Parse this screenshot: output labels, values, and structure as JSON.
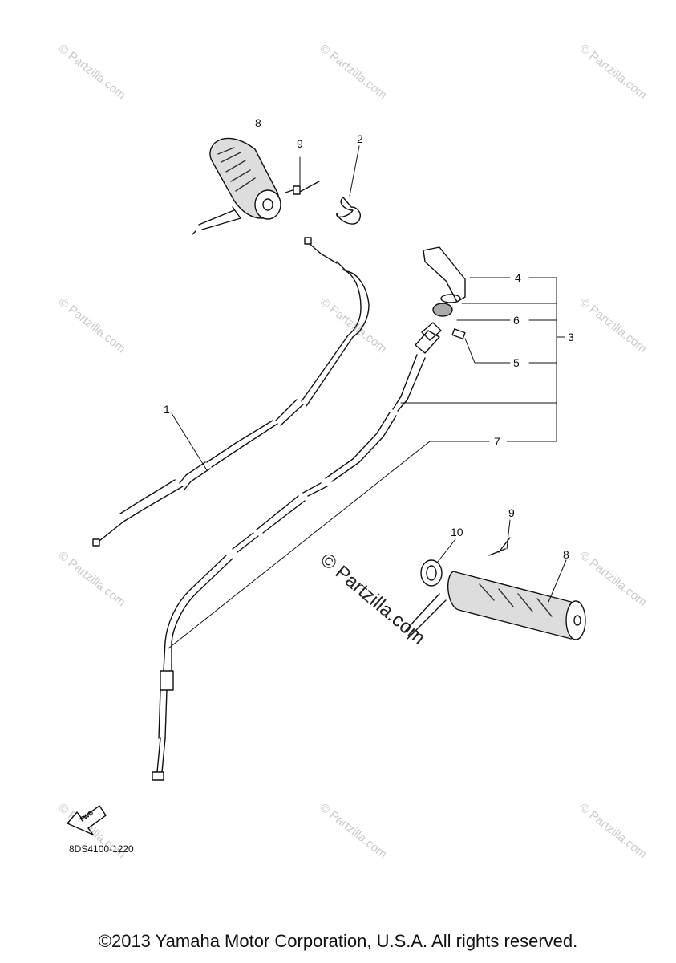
{
  "callouts": {
    "c1": "1",
    "c2": "2",
    "c3": "3",
    "c4": "4",
    "c5": "5",
    "c6": "6",
    "c7": "7",
    "c8a": "8",
    "c8b": "8",
    "c9a": "9",
    "c9b": "9",
    "c10": "10"
  },
  "fwd_label": "FWD",
  "diagram_code": "8DS4100-1220",
  "watermark": {
    "small": "© Partzilla.com",
    "center": "© Partzilla.com"
  },
  "copyright": "©2013 Yamaha Motor Corporation, U.S.A. All rights reserved."
}
